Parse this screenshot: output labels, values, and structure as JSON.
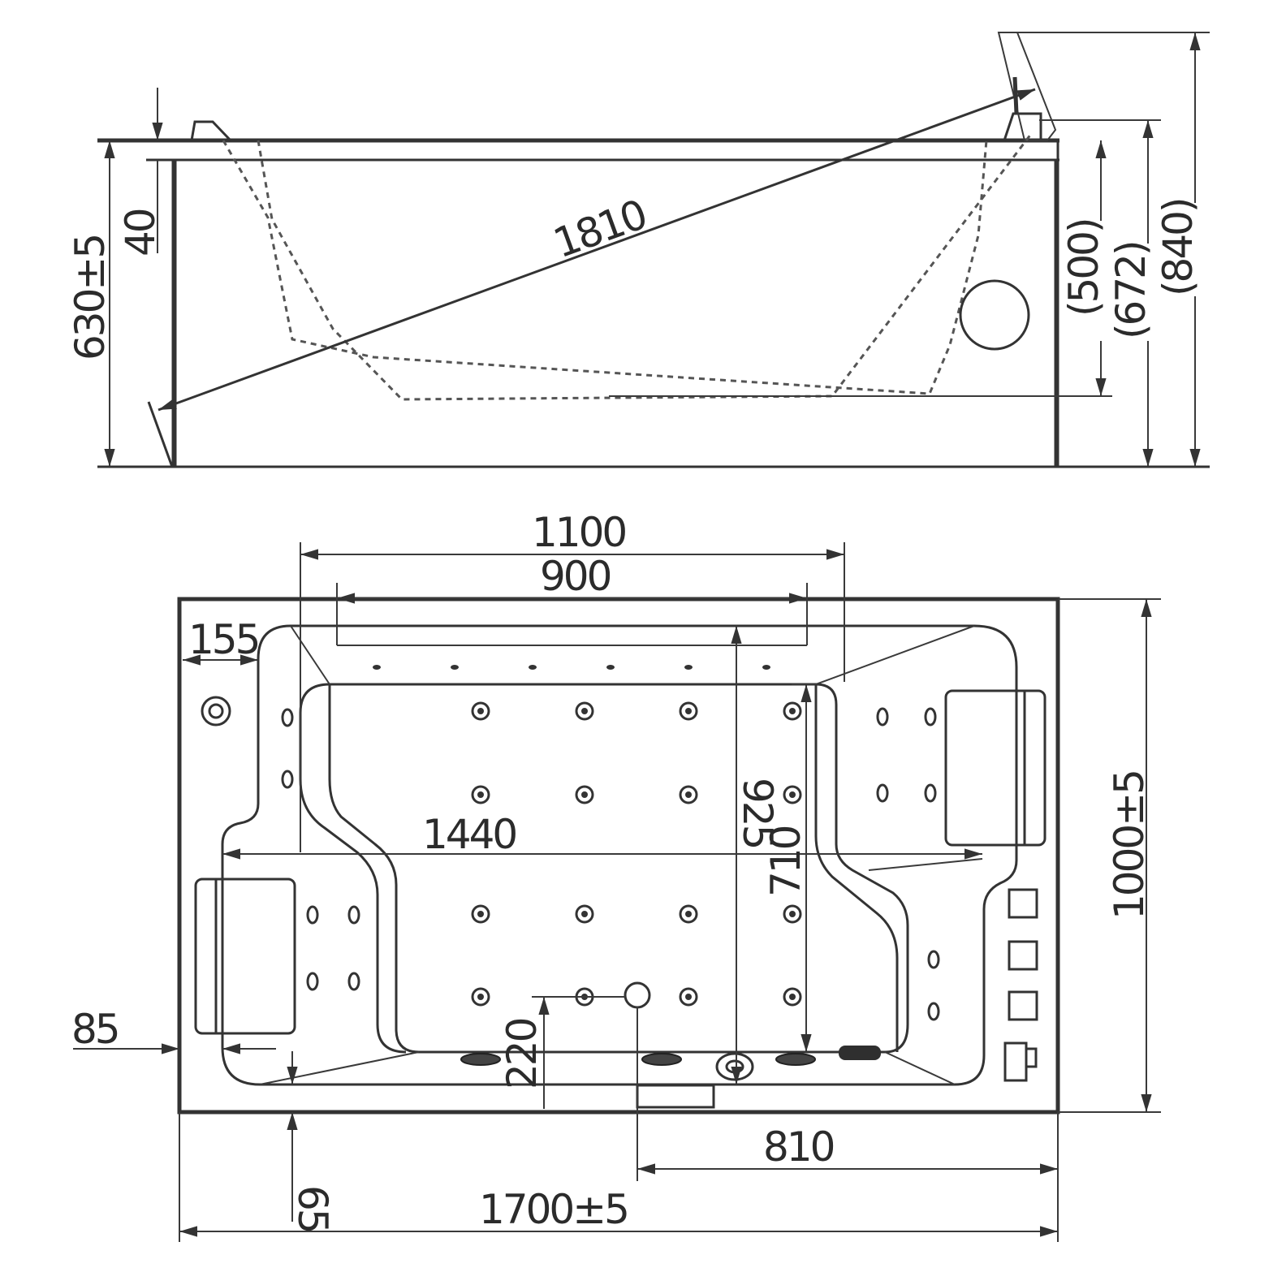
{
  "side_view": {
    "dims": {
      "total_height": "630±5",
      "rim": "40",
      "diagonal": "1810",
      "depth_500": "(500)",
      "depth_672": "(672)",
      "height_840": "(840)"
    }
  },
  "top_view": {
    "dims": {
      "inner_1100": "1100",
      "jets_900": "900",
      "corner_155": "155",
      "inner_1440": "1440",
      "inner_925": "925",
      "inner_710": "710",
      "width_1000": "1000±5",
      "edge_85": "85",
      "seat_220": "220",
      "drain_810": "810",
      "edge_65": "65",
      "length_1700": "1700±5"
    },
    "components": [
      "pillow-left",
      "pillow-right",
      "control-panel",
      "drain",
      "jets",
      "air-nozzles",
      "overflow"
    ]
  }
}
